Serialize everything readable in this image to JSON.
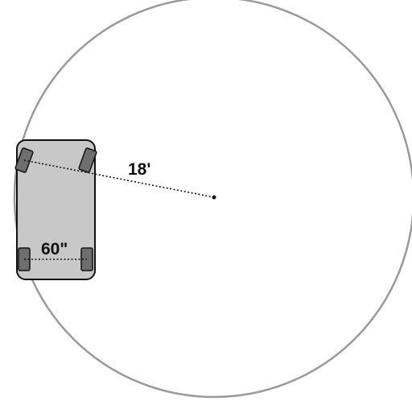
{
  "labels": {
    "radius": "18'",
    "track_width": "60\""
  },
  "colors": {
    "background": "#ffffff",
    "turning_circle": "#9a9a9a",
    "vehicle_body_fill": "#c8c8c8",
    "vehicle_body_stroke": "#111111",
    "tire_fill": "#6e6e6e",
    "tire_stroke": "#111111",
    "dimension_line": "#111111",
    "label_text": "#111111"
  },
  "icons": {
    "center_point": "dot",
    "tires": "rounded-rectangles"
  }
}
